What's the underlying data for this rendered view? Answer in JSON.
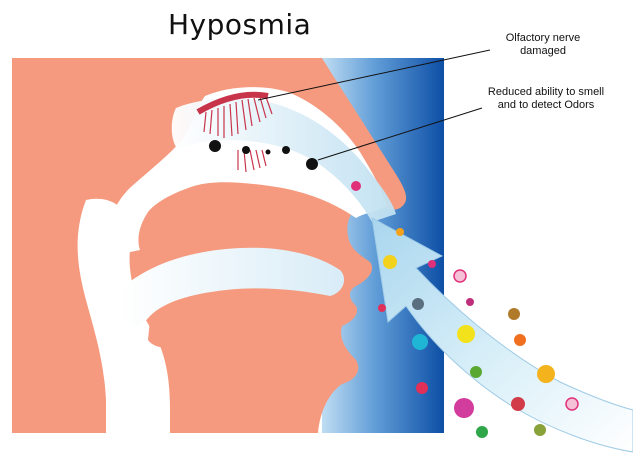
{
  "title": "Hyposmia",
  "callouts": [
    {
      "line1": "Olfactory nerve",
      "line2": "damaged"
    },
    {
      "line1": "Reduced ability to smell",
      "line2": "and to detect Odors"
    }
  ],
  "colors": {
    "skin": "#F59A7E",
    "cavity": "#FFFFFF",
    "airway_light": "#DDEFF7",
    "airway_mid": "#B8DCEE",
    "background_blue_light": "#9FC9EC",
    "background_blue_dark": "#0E4FA6",
    "nerve": "#C8354B",
    "arrow_fill": "#CFE9F6"
  },
  "odor_particles": [
    "pink",
    "yellow",
    "orange",
    "gray",
    "teal",
    "green",
    "violet",
    "purple",
    "red",
    "magenta",
    "brown"
  ]
}
